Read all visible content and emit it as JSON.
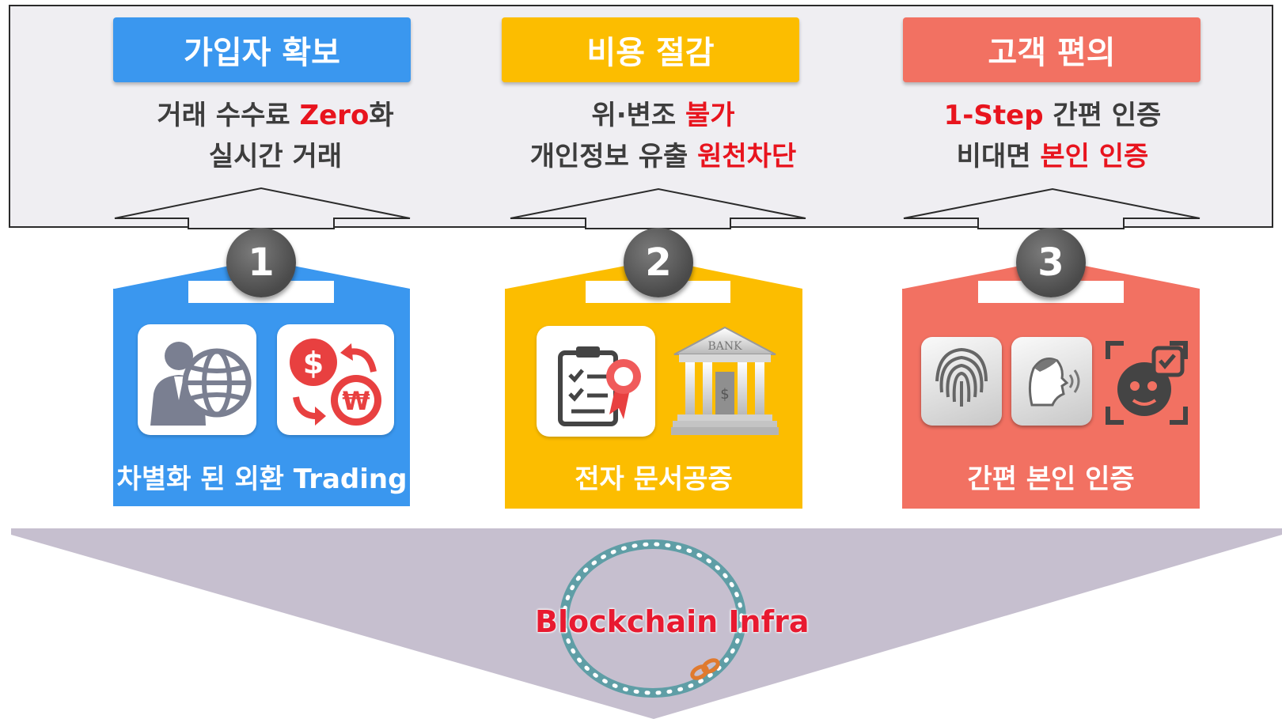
{
  "columns": [
    {
      "header": "가입자 확보",
      "desc_line1_a": "거래 수수료 ",
      "desc_line1_red": "Zero",
      "desc_line1_b": "화",
      "desc_line2": "실시간 거래",
      "number": "1",
      "caption": "차별화 된 외환 Trading",
      "color": "#3a97ef",
      "icons": [
        "businessman-globe-icon",
        "currency-exchange-icon"
      ]
    },
    {
      "header": "비용 절감",
      "desc_line1_a": "위·변조 ",
      "desc_line1_red": "불가",
      "desc_line2_a": "개인정보 유출 ",
      "desc_line2_red": "원천차단",
      "number": "2",
      "caption": "전자 문서공증",
      "color": "#fcbd00",
      "icons": [
        "certified-document-icon",
        "bank-icon"
      ],
      "bank_sign": "BANK"
    },
    {
      "header": "고객 편의",
      "desc_line1_red": "1-Step",
      "desc_line1_b": " 간편 인증",
      "desc_line2_a": "비대면 ",
      "desc_line2_red": "본인 인증",
      "number": "3",
      "caption": "간편 본인 인증",
      "color": "#f27162",
      "icons": [
        "fingerprint-icon",
        "voice-recognition-icon",
        "face-recognition-icon"
      ]
    }
  ],
  "infra": {
    "label": "Blockchain Infra",
    "color": "#c6bfcf"
  },
  "colors": {
    "accent_red": "#e8141e",
    "panel_bg": "#efeef2"
  }
}
